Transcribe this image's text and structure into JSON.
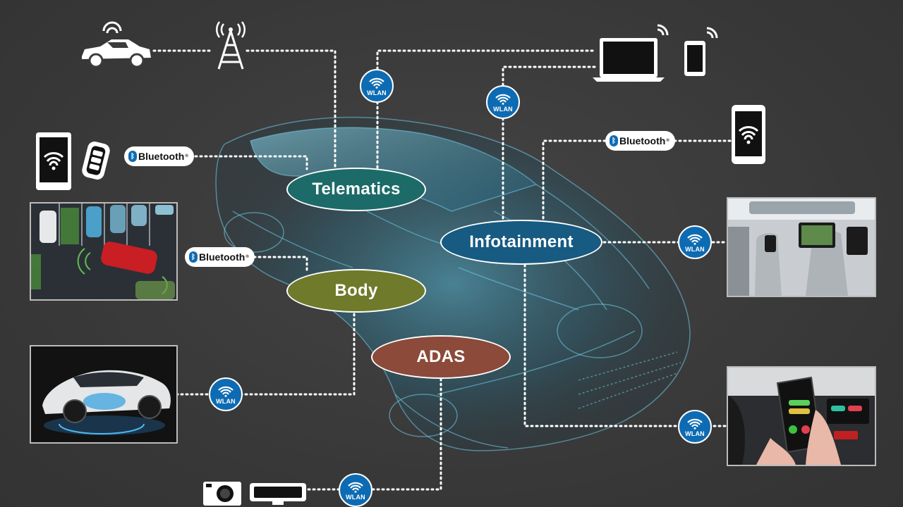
{
  "nodes": {
    "telematics": "Telematics",
    "infotainment": "Infotainment",
    "body": "Body",
    "adas": "ADAS"
  },
  "badges": {
    "wlan": "WLAN",
    "bluetooth": "Bluetooth",
    "bluetooth_tm": "®"
  },
  "colors": {
    "background": "#3b3b3b",
    "telematics": "#1c6b68",
    "infotainment": "#175a82",
    "body": "#6f7a2b",
    "adas": "#8c4a3a",
    "wlan_badge": "#0d6bb3"
  },
  "icons": [
    "connected-car-icon",
    "cell-tower-icon",
    "laptop-wifi-icon",
    "smartphone-icon",
    "tablet-wifi-icon",
    "key-fob-icon",
    "phone-wifi-icon",
    "camera-icon",
    "dashcam-icon"
  ]
}
